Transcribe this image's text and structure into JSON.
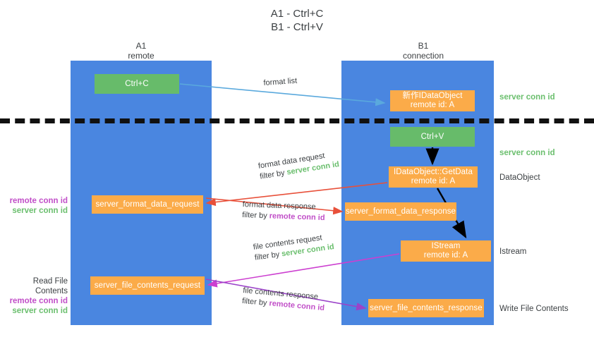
{
  "title": "A1 - Ctrl+C\nB1 - Ctrl+V",
  "columns": {
    "left": {
      "name": "A1",
      "sub": "remote",
      "header": "A1\nremote"
    },
    "right": {
      "name": "B1",
      "sub": "connection",
      "header": "B1\nconnection"
    }
  },
  "nodes": {
    "ctrl_c": {
      "label": "Ctrl+C",
      "color": "#67bb6a",
      "lane": "left"
    },
    "idataobject": {
      "label": "新作IDataObject\nremote id: A",
      "color": "#fbab49",
      "lane": "right"
    },
    "ctrl_v": {
      "label": "Ctrl+V",
      "color": "#67bb6a",
      "lane": "right"
    },
    "getdata": {
      "label": "IDataObject::GetData\nremote id: A",
      "color": "#fbab49",
      "lane": "right"
    },
    "istream": {
      "label": "IStream\nremote id: A",
      "color": "#fbab49",
      "lane": "right"
    },
    "server_format_data_request": {
      "label": "server_format_data_request",
      "color": "#fbab49",
      "lane": "left"
    },
    "server_format_data_response": {
      "label": "server_format_data_response",
      "color": "#fbab49",
      "lane": "right"
    },
    "server_file_contents_request": {
      "label": "server_file_contents_request",
      "color": "#fbab49",
      "lane": "left"
    },
    "server_file_contents_response": {
      "label": "server_file_contents_response",
      "color": "#fbab49",
      "lane": "right"
    }
  },
  "edge_labels": {
    "format_list": {
      "line1": "format list"
    },
    "format_data_req": {
      "line1": "format data request",
      "filter_prefix": "filter by ",
      "filter_value": "server conn id",
      "filter_class": "server"
    },
    "format_data_res": {
      "line1": "format data response",
      "filter_prefix": "filter by ",
      "filter_value": "remote conn id",
      "filter_class": "remote"
    },
    "file_contents_req": {
      "line1": "file contents request",
      "filter_prefix": "filter by ",
      "filter_value": "server conn id",
      "filter_class": "server"
    },
    "file_contents_res": {
      "line1": "file contents response",
      "filter_prefix": "filter by ",
      "filter_value": "remote conn id",
      "filter_class": "remote"
    }
  },
  "side_labels": {
    "server_conn_id_top": "server conn id",
    "server_conn_id_mid": "server conn id",
    "dataobject": "DataObject",
    "istream": "Istream",
    "write_file_contents": "Write File Contents"
  },
  "left_labels": {
    "middle": {
      "remote": "remote conn id",
      "server": "server conn id"
    },
    "bottom": {
      "heading": "Read File Contents",
      "remote": "remote conn id",
      "server": "server conn id"
    }
  },
  "colors": {
    "lane": "#4a86e0",
    "green_node": "#67bb6a",
    "orange_node": "#fbab49",
    "green_text": "#6bbf6e",
    "magenta_text": "#c14fc8",
    "arrow_blue": "#5aa9dd",
    "arrow_red": "#e8503a",
    "arrow_magenta": "#cc3fd0",
    "arrow_purple": "#9b43c9",
    "arrow_black": "#000000",
    "divider": "#111111"
  }
}
